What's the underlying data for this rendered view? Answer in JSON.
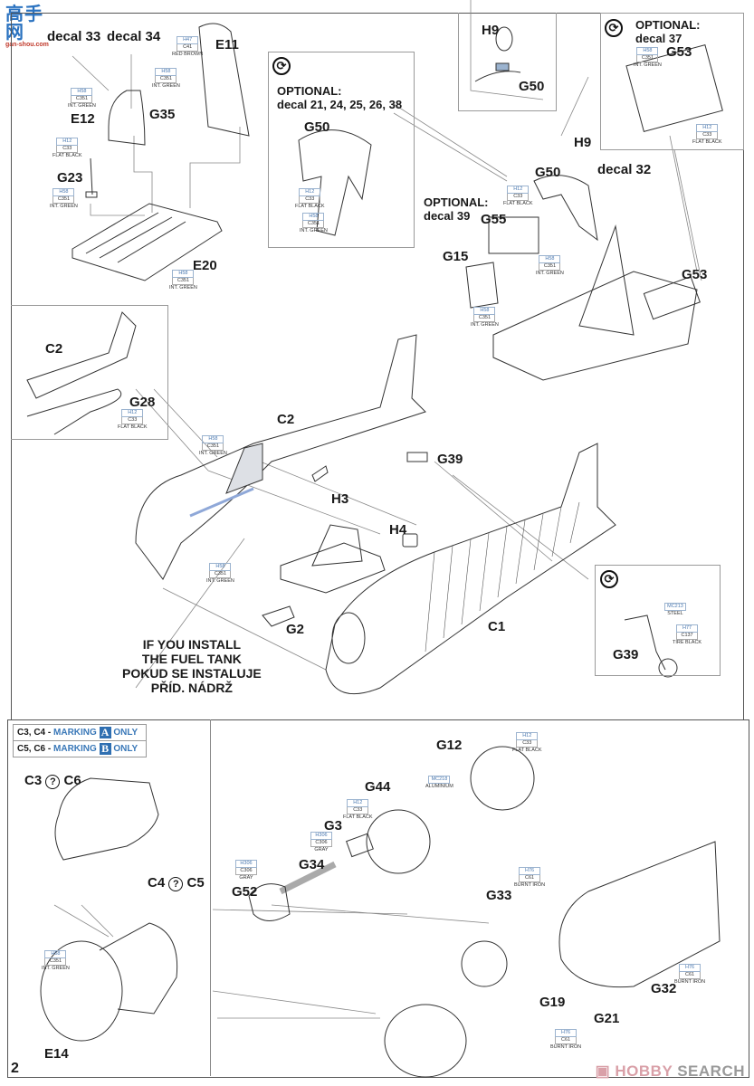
{
  "watermark": {
    "site_cn": "高手网",
    "site_url": "gan-shou.com"
  },
  "source_watermark": {
    "brand_part1": "HOBBY",
    "brand_part2": " SEARCH",
    "icon": "hobbysearch-logo-icon"
  },
  "page_number": "2",
  "colors": {
    "paint_code_blue": "#4a78b0",
    "marking_blue": "#2f6fb1",
    "frame": "#555555"
  },
  "cockpit_left": {
    "parts": [
      "decal 33",
      "decal 34",
      "E11",
      "E12",
      "G35",
      "G23",
      "E20"
    ],
    "paints": [
      {
        "id": "e11",
        "h": "H47",
        "c": "C41",
        "name": "RED BROWN"
      },
      {
        "id": "g35",
        "h": "H58",
        "c": "C351",
        "name": "INT. GREEN"
      },
      {
        "id": "e12",
        "h": "H58",
        "c": "C351",
        "name": "INT. GREEN"
      },
      {
        "id": "g23a",
        "h": "H12",
        "c": "C33",
        "name": "FLAT BLACK"
      },
      {
        "id": "g23b",
        "h": "H58",
        "c": "C351",
        "name": "INT. GREEN"
      },
      {
        "id": "e20",
        "h": "H58",
        "c": "C351",
        "name": "INT. GREEN"
      }
    ]
  },
  "optional_panel": {
    "title": "OPTIONAL:",
    "decals": "decal 21, 24, 25, 26, 38",
    "part": "G50",
    "icon": "alternative-option-icon",
    "paints": [
      {
        "h": "H12",
        "c": "C33",
        "name": "FLAT BLACK"
      },
      {
        "h": "H58",
        "c": "C351",
        "name": "INT. GREEN"
      }
    ]
  },
  "h9_detail": {
    "parts": [
      "H9",
      "G50"
    ]
  },
  "optional_g53": {
    "title": "OPTIONAL:",
    "decals": "decal 37",
    "part": "G53",
    "icon": "alternative-option-icon",
    "paints": [
      {
        "h": "H58",
        "c": "C351",
        "name": "INT. GREEN"
      },
      {
        "h": "H12",
        "c": "C33",
        "name": "FLAT BLACK"
      }
    ]
  },
  "cockpit_right": {
    "parts": [
      "H9",
      "G50",
      "decal 32",
      "G55",
      "G15",
      "G53"
    ],
    "optional_title": "OPTIONAL:",
    "optional_decal": "decal 39",
    "paints": [
      {
        "h": "H12",
        "c": "C33",
        "name": "FLAT BLACK"
      },
      {
        "h": "H58",
        "c": "C351",
        "name": "INT. GREEN"
      },
      {
        "h": "H58",
        "c": "C351",
        "name": "INT. GREEN"
      }
    ]
  },
  "fuselage": {
    "parts": [
      "C2",
      "G28",
      "C2",
      "H3",
      "G39",
      "H4",
      "G2",
      "C1"
    ],
    "g28_paint": {
      "h": "H12",
      "c": "C33",
      "name": "FLAT BLACK"
    },
    "c2_paint": {
      "h": "H58",
      "c": "C351",
      "name": "INT. GREEN"
    },
    "tank_paint": {
      "h": "H58",
      "c": "C351",
      "name": "INT. GREEN"
    },
    "note_lines": [
      "IF YOU INSTALL",
      "THE FUEL TANK",
      "POKUD SE INSTALUJE",
      "PŘÍD. NÁDRŽ"
    ]
  },
  "tailwheel": {
    "part": "G39",
    "icon": "alternative-option-icon",
    "paints": [
      {
        "h": "MC213",
        "c": "",
        "name": "STEEL"
      },
      {
        "h": "H77",
        "c": "C137",
        "name": "TIRE BLACK"
      }
    ]
  },
  "cowl_section": {
    "markings": [
      {
        "parts": "C3, C4 - ",
        "word": "MARKING",
        "badge": "A",
        "only": "ONLY"
      },
      {
        "parts": "C5, C6 - ",
        "word": "MARKING",
        "badge": "B",
        "only": "ONLY"
      }
    ],
    "label_top": {
      "left": "C3",
      "sym": "?",
      "right": "C6"
    },
    "label_bottom": {
      "left": "C4",
      "sym": "?",
      "right": "C5"
    },
    "e14": "E14",
    "e14_paint": {
      "h": "H58",
      "c": "C351",
      "name": "INT. GREEN"
    }
  },
  "engine": {
    "parts": [
      "G12",
      "G44",
      "G3",
      "G34",
      "G52",
      "G33",
      "G19",
      "G21",
      "G32"
    ],
    "paints": {
      "g12": {
        "h": "H12",
        "c": "C33",
        "name": "FLAT BLACK"
      },
      "alu": {
        "h": "MC218",
        "c": "",
        "name": "ALUMINIUM"
      },
      "g44": {
        "h": "H12",
        "c": "C33",
        "name": "FLAT BLACK"
      },
      "g3": {
        "h": "H306",
        "c": "C306",
        "name": "GRAY"
      },
      "g52": {
        "h": "H306",
        "c": "C306",
        "name": "GRAY"
      },
      "g33": {
        "h": "H76",
        "c": "C61",
        "name": "BURNT IRON"
      },
      "g32": {
        "h": "H76",
        "c": "C61",
        "name": "BURNT IRON"
      },
      "g19": {
        "h": "H76",
        "c": "C61",
        "name": "BURNT IRON"
      }
    }
  }
}
